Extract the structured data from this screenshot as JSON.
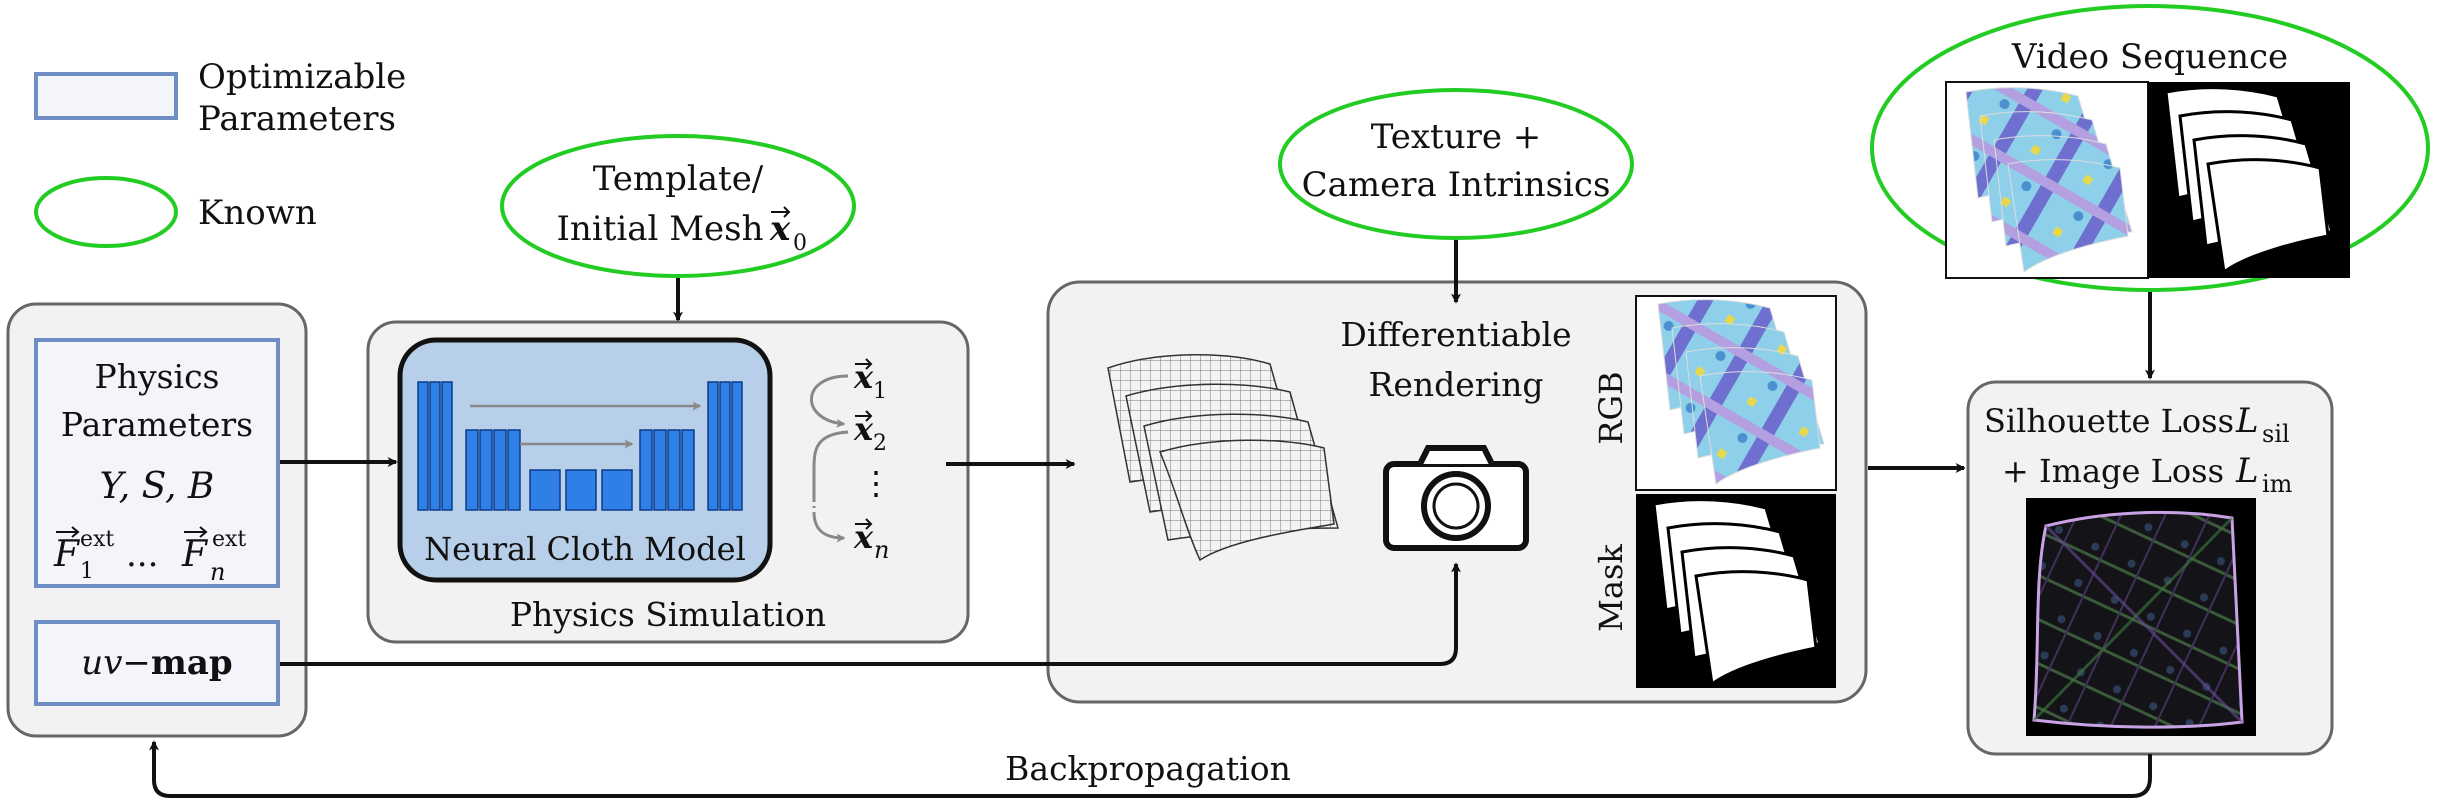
{
  "legend": {
    "optimizable_line1": "Optimizable",
    "optimizable_line2": "Parameters",
    "known": "Known"
  },
  "colors": {
    "known_ellipse": "#22cc22",
    "param_box_border": "#6f8fc4",
    "param_box_fill": "#f3f5fb",
    "stage_box_fill": "#f2f2f2",
    "stage_box_border": "#666666",
    "network_fill": "#b7cfe8",
    "network_blocks": "#2f7fe6"
  },
  "params": {
    "physics_line1": "Physics",
    "physics_line2": "Parameters",
    "ysb": "Y, S, B",
    "force_first": "F",
    "force_sup1": "ext",
    "force_sub1": "1",
    "force_dots": "...",
    "force_last": "F",
    "force_supn": "ext",
    "force_subn": "n",
    "uv_map_italic": "uv",
    "uv_map_dash": "−",
    "uv_map_bold": "map"
  },
  "template": {
    "line1": "Template/",
    "line2": "Initial Mesh",
    "mesh_symbol": "x",
    "mesh_sub": "0"
  },
  "simulation": {
    "network_label": "Neural Cloth Model",
    "caption": "Physics Simulation",
    "outputs": [
      {
        "symbol": "x",
        "sub": "1"
      },
      {
        "symbol": "x",
        "sub": "2"
      },
      {
        "symbol": "⋮",
        "sub": ""
      },
      {
        "symbol": "x",
        "sub": "n"
      }
    ]
  },
  "texture": {
    "line1": "Texture +",
    "line2": "Camera Intrinsics"
  },
  "rendering": {
    "line1": "Differentiable",
    "line2": "Rendering",
    "rgb_label": "RGB",
    "mask_label": "Mask",
    "camera_icon": "camera-icon"
  },
  "video": {
    "title": "Video Sequence"
  },
  "loss": {
    "line1": "Silhouette Loss",
    "sil_symbol": "L",
    "sil_sub": "sil",
    "line2": "+ Image Loss",
    "im_symbol": "L",
    "im_sub": "im"
  },
  "backprop": {
    "label": "Backpropagation"
  }
}
